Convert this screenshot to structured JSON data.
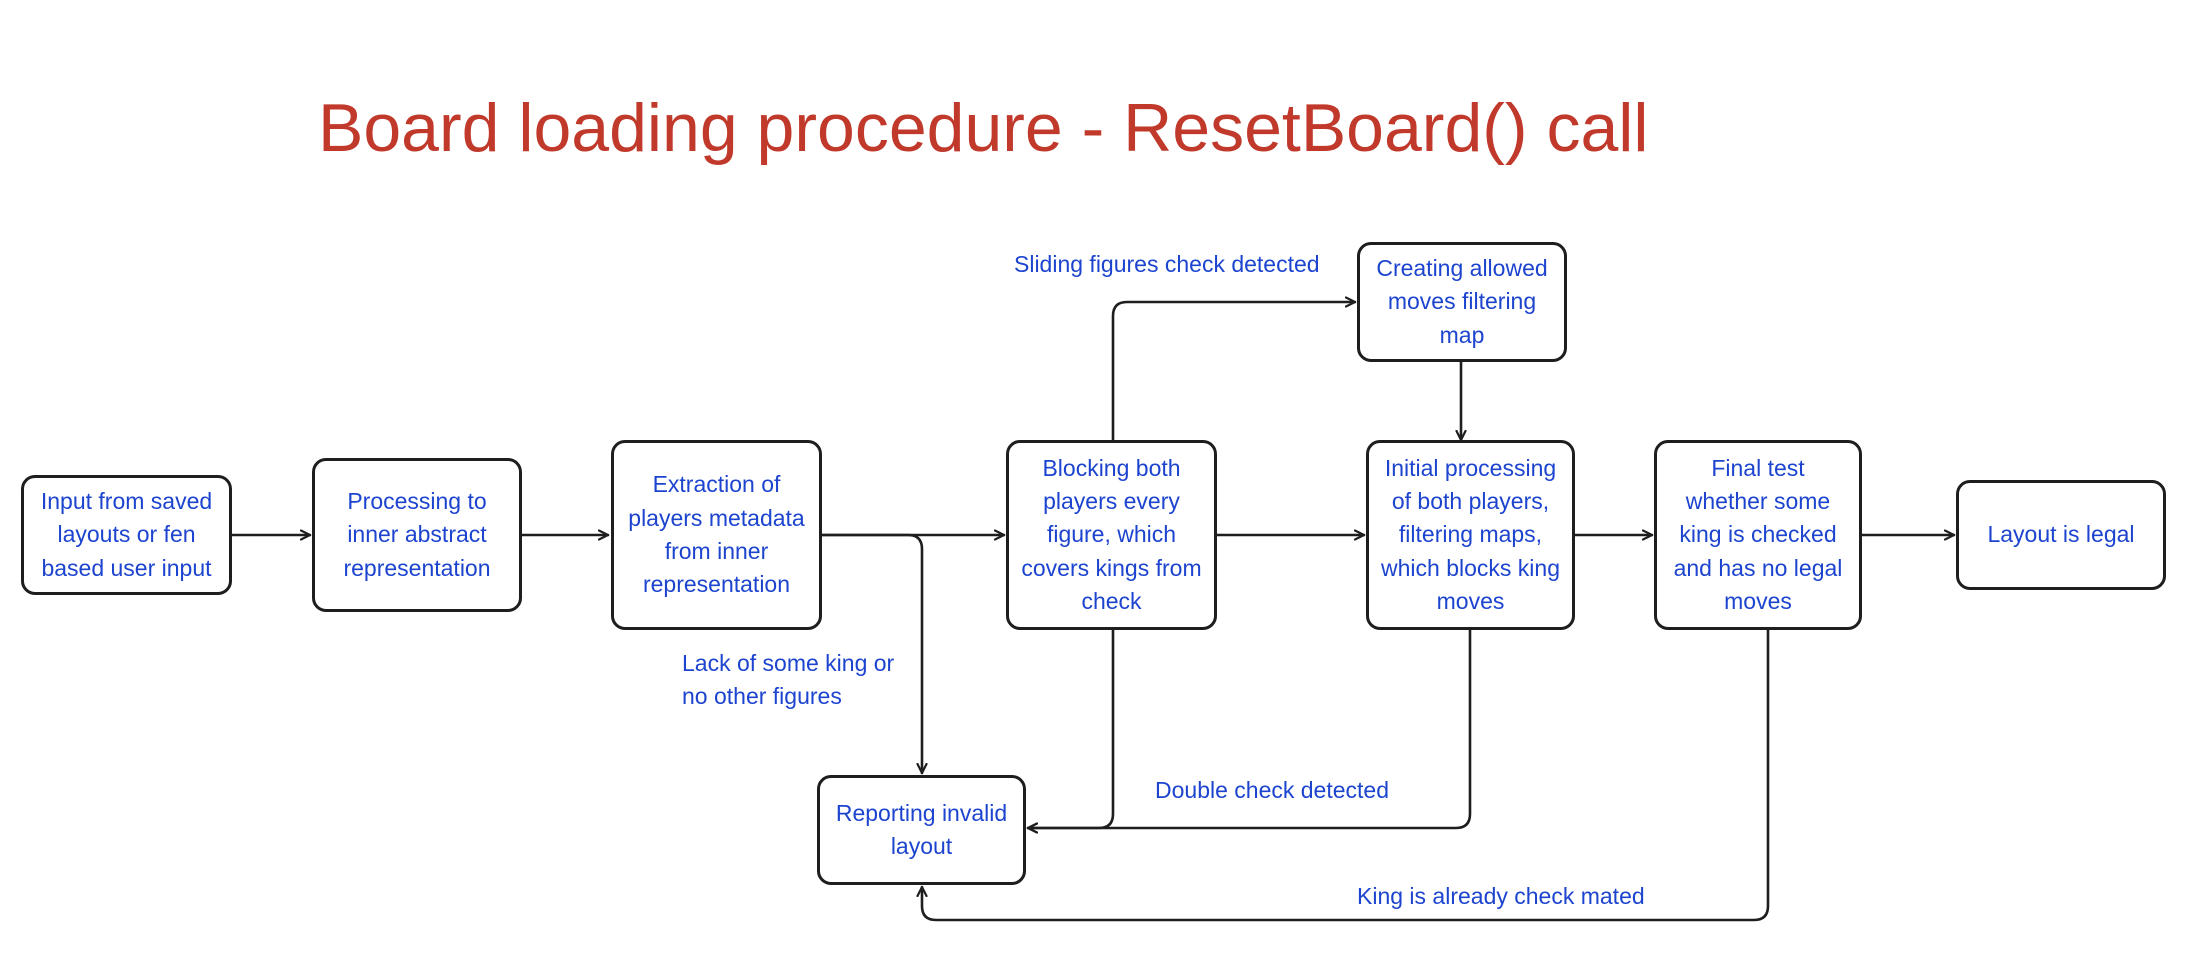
{
  "title": "Board loading procedure - ResetBoard() call",
  "colors": {
    "title": "#c0392b",
    "text": "#1c44cf",
    "stroke": "#1e1e1e"
  },
  "nodes": {
    "input": "Input from saved layouts or fen based user input",
    "processing": "Processing to inner abstract representation",
    "extraction": "Extraction of players metadata from inner representation",
    "blocking": "Blocking both players every figure, which covers kings from check",
    "creating_map": "Creating allowed moves filtering map",
    "initial_processing": "Initial processing of both players, filtering maps, which blocks king moves",
    "final_test": "Final test whether some king is checked and has no legal moves",
    "legal": "Layout is legal",
    "invalid": "Reporting invalid layout"
  },
  "edge_labels": {
    "sliding": "Sliding figures check detected",
    "lack_king": "Lack of some king or no other figures",
    "double_check": "Double check detected",
    "check_mated": "King is already check mated"
  }
}
